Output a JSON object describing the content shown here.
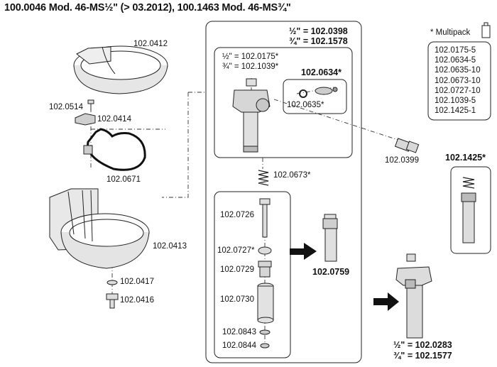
{
  "title": "100.0046 Mod. 46-MS½\" (> 03.2012), 100.1463 Mod. 46-MS¾\"",
  "multipack": {
    "header": "* Multipack",
    "items": [
      "102.0175-5",
      "102.0634-5",
      "102.0635-10",
      "102.0673-10",
      "102.0727-10",
      "102.1039-5",
      "102.1425-1"
    ]
  },
  "labels": {
    "bowl_top": "102.0412",
    "screw_small": "102.0514",
    "clip": "102.0414",
    "bracket": "102.0671",
    "bowl_main": "102.0413",
    "washer": "102.0417",
    "bolt_small": "102.0416",
    "head_half": "½\" = 102.0398",
    "head_three_quarter": "¾\" = 102.1578",
    "valve_half": "½\" = 102.0175*",
    "valve_three_quarter": "¾\" = 102.1039*",
    "kit": "102.0634*",
    "oring": "102.0635*",
    "bolt_big": "102.0399",
    "spring": "102.0673*",
    "pin": "102.0726",
    "ring": "102.0727*",
    "nut": "102.0729",
    "sleeve": "102.0730",
    "washer_a": "102.0843",
    "washer_b": "102.0844",
    "assembly": "102.0759",
    "spring_kit": "102.1425*",
    "final_half": "½\" = 102.0283",
    "final_three_quarter": "¾\" = 102.1577"
  }
}
